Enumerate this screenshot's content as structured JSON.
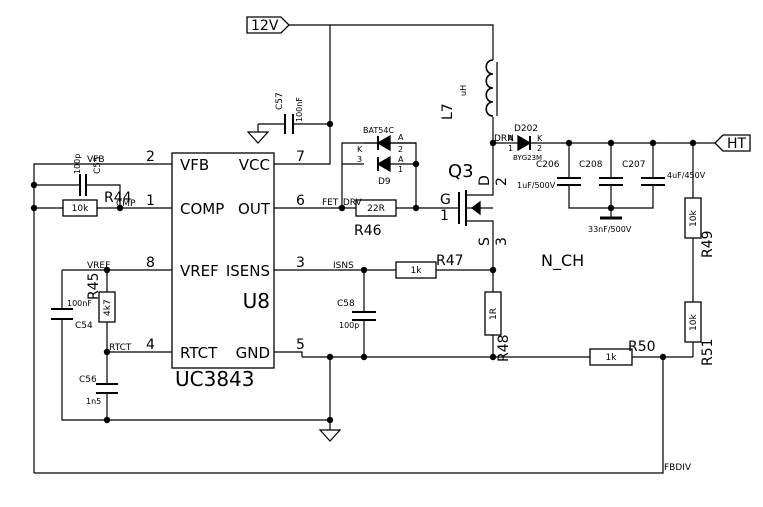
{
  "ic": {
    "ref": "U8",
    "part": "UC3843",
    "pins": {
      "vfb": {
        "name": "VFB",
        "num": "2"
      },
      "vcc": {
        "name": "VCC",
        "num": "7"
      },
      "comp": {
        "name": "COMP",
        "num": "1"
      },
      "out": {
        "name": "OUT",
        "num": "6"
      },
      "vref": {
        "name": "VREF",
        "num": "8"
      },
      "isens": {
        "name": "ISENS",
        "num": "3"
      },
      "rtct": {
        "name": "RTCT",
        "num": "4"
      },
      "gnd": {
        "name": "GND",
        "num": "5"
      }
    }
  },
  "power": {
    "v12": "12V",
    "ht": "HT"
  },
  "nets": {
    "vfb": "VFB",
    "cmp": "CMP",
    "fet_drv": "FET_DRV",
    "vref": "VREF",
    "isns": "ISNS",
    "rtct": "RTCT",
    "drn": "DRN",
    "fbdiv": "FBDIV"
  },
  "parts": {
    "c57": {
      "ref": "C57",
      "value": "100nF"
    },
    "c55": {
      "ref": "C55",
      "value": "100p"
    },
    "r44": {
      "ref": "R44",
      "value": "10k"
    },
    "l7": {
      "ref": "L7",
      "value": "uH"
    },
    "d9": {
      "ref": "D9",
      "value": "BAT54C",
      "pin_k": "K",
      "pin_3": "3",
      "pin_a1": "A",
      "pin_2": "2",
      "pin_a2": "A",
      "pin_1": "1"
    },
    "r46": {
      "ref": "R46",
      "value": "22R"
    },
    "q3": {
      "ref": "Q3",
      "type": "N_CH",
      "pin_g": "G",
      "pin_g_num": "1",
      "pin_d": "D",
      "pin_d_num": "2",
      "pin_s": "S",
      "pin_s_num": "3"
    },
    "d202": {
      "ref": "D202",
      "value": "BYG23M",
      "pin_a": "A",
      "pin_a_num": "1",
      "pin_k": "K",
      "pin_k_num": "2"
    },
    "c206": {
      "ref": "C206",
      "value": "1uF/500V"
    },
    "c208": {
      "ref": "C208",
      "value": "33nF/500V"
    },
    "c207": {
      "ref": "C207",
      "value": "4uF/450V"
    },
    "r47": {
      "ref": "R47",
      "value": "1k"
    },
    "c58": {
      "ref": "C58",
      "value": "100p"
    },
    "r45": {
      "ref": "R45",
      "value": "4k7"
    },
    "c54": {
      "ref": "C54",
      "value": "100nF"
    },
    "c56": {
      "ref": "C56",
      "value": "1n5"
    },
    "r48": {
      "ref": "R48",
      "value": "1R"
    },
    "r49": {
      "ref": "R49",
      "value": "10k"
    },
    "r50": {
      "ref": "R50",
      "value": "1k"
    },
    "r51": {
      "ref": "R51",
      "value": "10k"
    }
  }
}
